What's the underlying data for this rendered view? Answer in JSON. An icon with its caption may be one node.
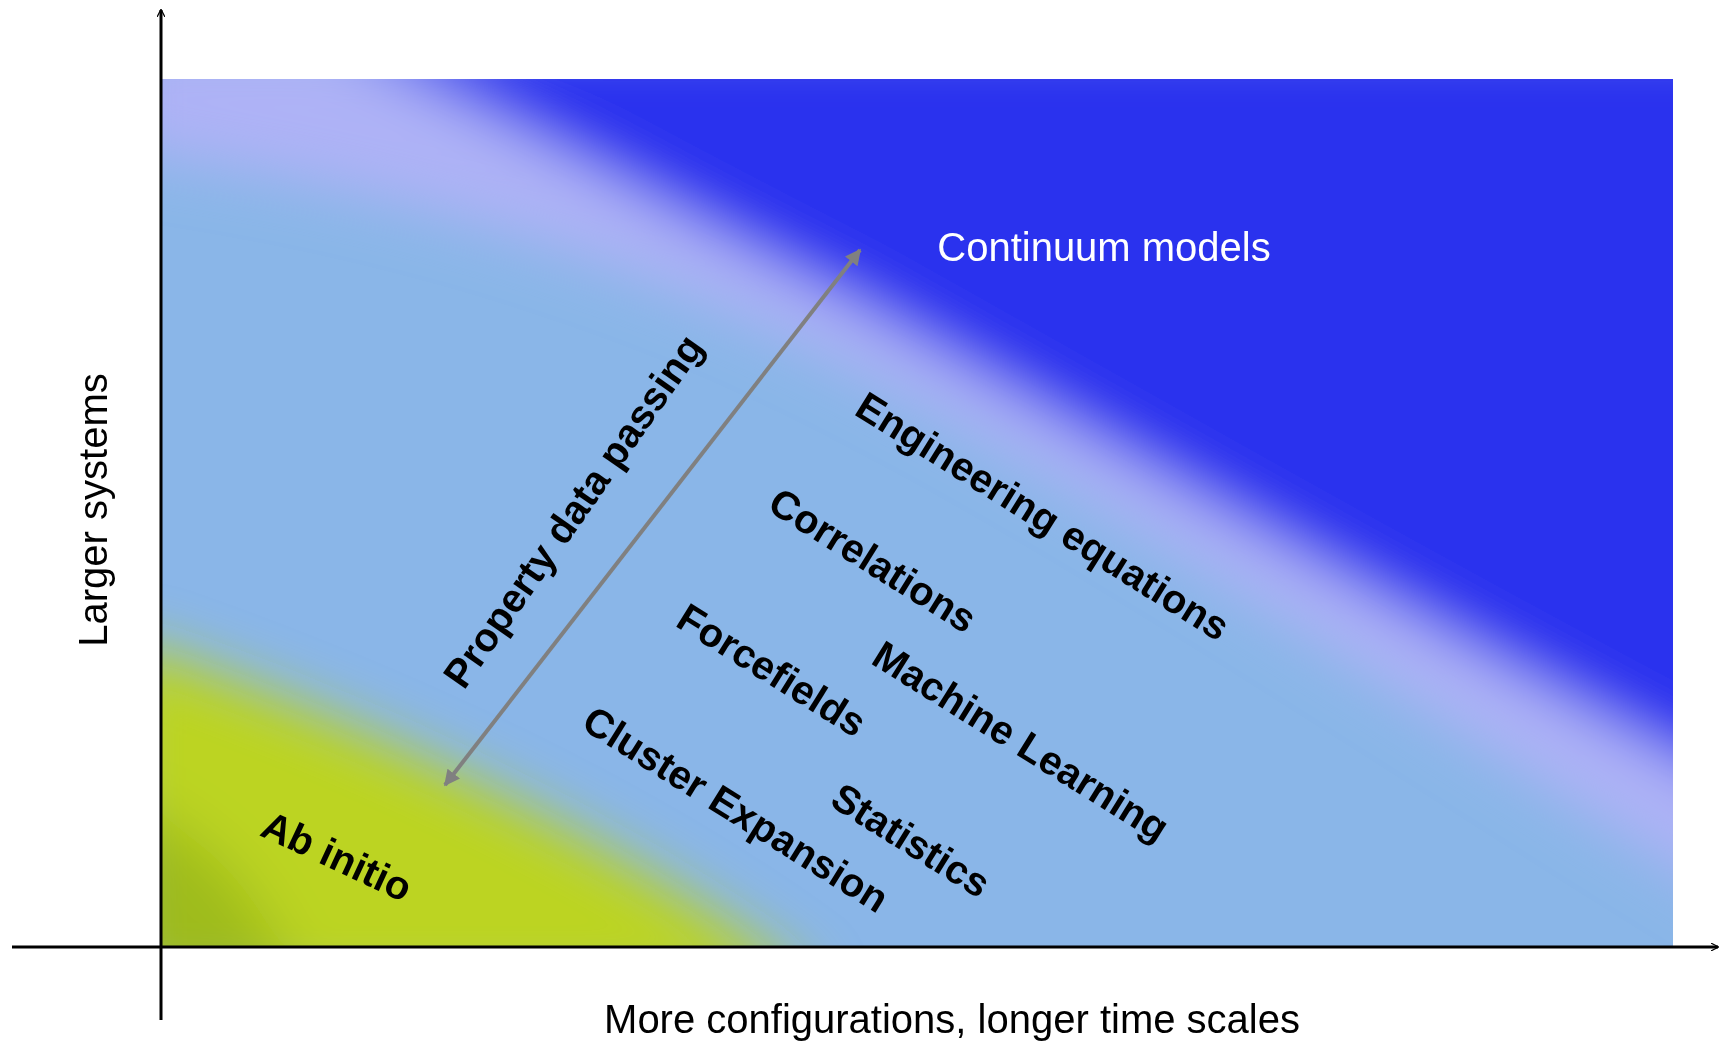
{
  "diagram": {
    "labels": [
      "Continuum models",
      "Engineering equations",
      "Correlations",
      "Property data passing",
      "Machine Learning",
      "Forcefields",
      "Statistics",
      "Cluster Expansion",
      "Ab initio",
      "Larger systems",
      "More configurations, longer time scales"
    ]
  }
}
